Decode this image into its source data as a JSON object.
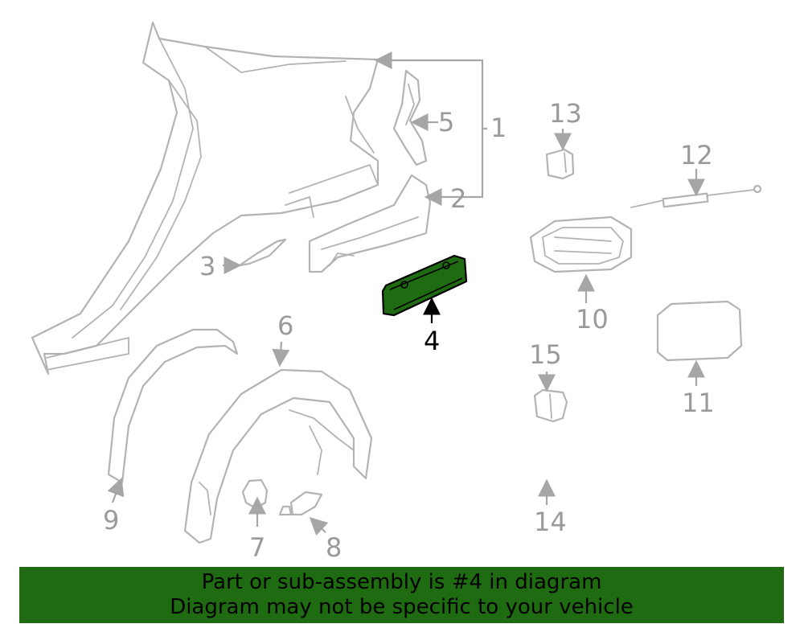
{
  "diagram": {
    "highlight_color": "#1f6b12",
    "callouts": {
      "c1": "1",
      "c2": "2",
      "c3": "3",
      "c4": "4",
      "c5": "5",
      "c6": "6",
      "c7": "7",
      "c8": "8",
      "c9": "9",
      "c10": "10",
      "c11": "11",
      "c12": "12",
      "c13": "13",
      "c14": "14",
      "c15": "15"
    },
    "highlighted_part": "4"
  },
  "banner": {
    "line1": "Part or sub-assembly is #4 in diagram",
    "line2": "Diagram may not be specific to your vehicle",
    "background": "#1f6b12"
  }
}
